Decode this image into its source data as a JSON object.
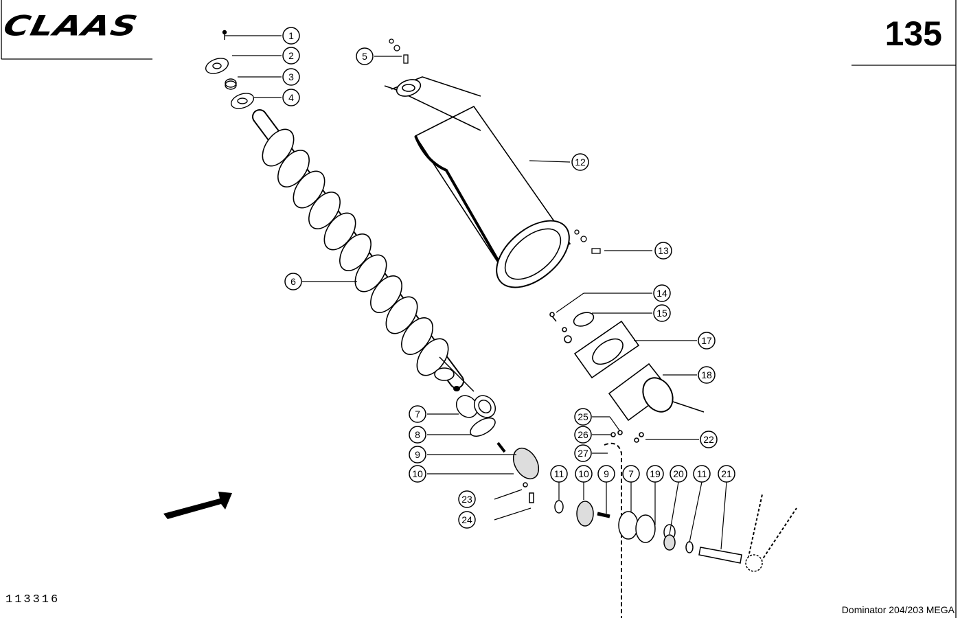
{
  "header": {
    "brand": "CLAAS",
    "page_number": "135"
  },
  "footer": {
    "drawing_number": "113316",
    "model": "Dominator 204/203 MEGA"
  },
  "callouts": [
    "1",
    "2",
    "3",
    "4",
    "5",
    "6",
    "7",
    "8",
    "9",
    "10",
    "11",
    "12",
    "13",
    "14",
    "15",
    "17",
    "18",
    "19",
    "20",
    "21",
    "22",
    "23",
    "24",
    "25",
    "26",
    "27"
  ],
  "bottom_callouts": [
    "11",
    "10",
    "9",
    "7",
    "19",
    "20",
    "11",
    "21"
  ]
}
